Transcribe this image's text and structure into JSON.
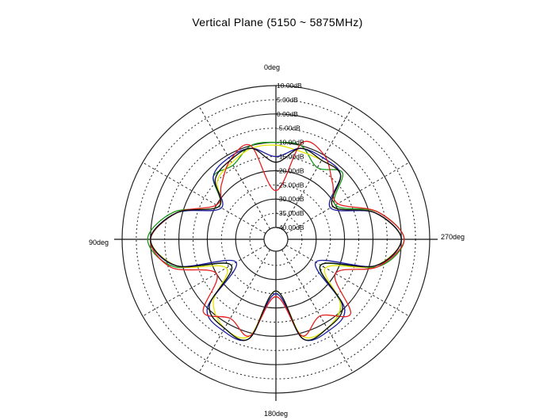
{
  "title": "Vertical Plane (5150 ~ 5875MHz)",
  "angle_labels": {
    "top": "0deg",
    "left": "90deg",
    "right": "270deg",
    "bottom": "180deg"
  },
  "chart_data": {
    "type": "polar-line",
    "title": "Vertical Plane (5150 ~ 5875MHz)",
    "radial_axis": {
      "unit": "dB",
      "range": [
        -40,
        10
      ],
      "tick_labels": [
        "10.00dB",
        "5.00dB",
        "0.00dB",
        "-5.00dB",
        "-10.00dB",
        "-15.00dB",
        "-20.00dB",
        "-25.00dB",
        "-30.00dB",
        "-35.00dB",
        "-40.00dB"
      ],
      "ticks": [
        10,
        5,
        0,
        -5,
        -10,
        -15,
        -20,
        -25,
        -30,
        -35,
        -40
      ],
      "solid_rings": [
        10,
        0,
        -10,
        -20,
        -30,
        -40
      ],
      "dotted_rings": [
        5,
        -5,
        -15,
        -25,
        -35
      ]
    },
    "angular_axis": {
      "labels": [
        "0deg",
        "90deg",
        "180deg",
        "270deg"
      ],
      "direction": "counterclockwise from top (90deg on left)",
      "grid_spoke_step_deg": 30
    },
    "angles_deg": [
      0,
      15,
      30,
      45,
      60,
      75,
      90,
      105,
      120,
      135,
      150,
      165,
      180,
      195,
      210,
      225,
      240,
      255,
      270,
      285,
      300,
      315,
      330,
      345
    ],
    "series": [
      {
        "name": "green",
        "color": "#1a9a1a",
        "values": [
          -10,
          -10,
          -14,
          -13,
          -21,
          -7,
          1,
          -7,
          -26,
          -11,
          -8,
          -8,
          -26,
          -8,
          -8,
          -12,
          -26,
          -7,
          1,
          -7,
          -20,
          -11,
          -15,
          -10
        ]
      },
      {
        "name": "yellow",
        "color": "#e6e600",
        "values": [
          -11,
          -11,
          -13,
          -15,
          -21,
          -8,
          0,
          -8,
          -24,
          -13,
          -8,
          -9,
          -26,
          -9,
          -8,
          -12,
          -24,
          -8,
          0,
          -8,
          -21,
          -12,
          -12,
          -12
        ]
      },
      {
        "name": "blue",
        "color": "#1a1aa0",
        "values": [
          -15,
          -11,
          -11,
          -13,
          -22,
          -8,
          0,
          -8,
          -28,
          -10,
          -7,
          -8,
          -25,
          -8,
          -7,
          -10,
          -28,
          -8,
          0,
          -8,
          -22,
          -12,
          -11,
          -11
        ]
      },
      {
        "name": "red",
        "color": "#e62020",
        "values": [
          -27,
          -10,
          -12,
          -17,
          -20,
          -8,
          0,
          -6,
          -20,
          -8,
          -12,
          -9,
          -24,
          -9,
          -13,
          -7,
          -20,
          -7,
          1,
          -7,
          -19,
          -16,
          -10,
          -9
        ]
      },
      {
        "name": "black",
        "color": "#101010",
        "values": [
          -17,
          -11,
          -12,
          -14,
          -21,
          -8,
          0,
          -8,
          -26,
          -11,
          -8,
          -8,
          -26,
          -8,
          -8,
          -11,
          -26,
          -8,
          0,
          -8,
          -21,
          -12,
          -12,
          -11
        ]
      }
    ]
  }
}
